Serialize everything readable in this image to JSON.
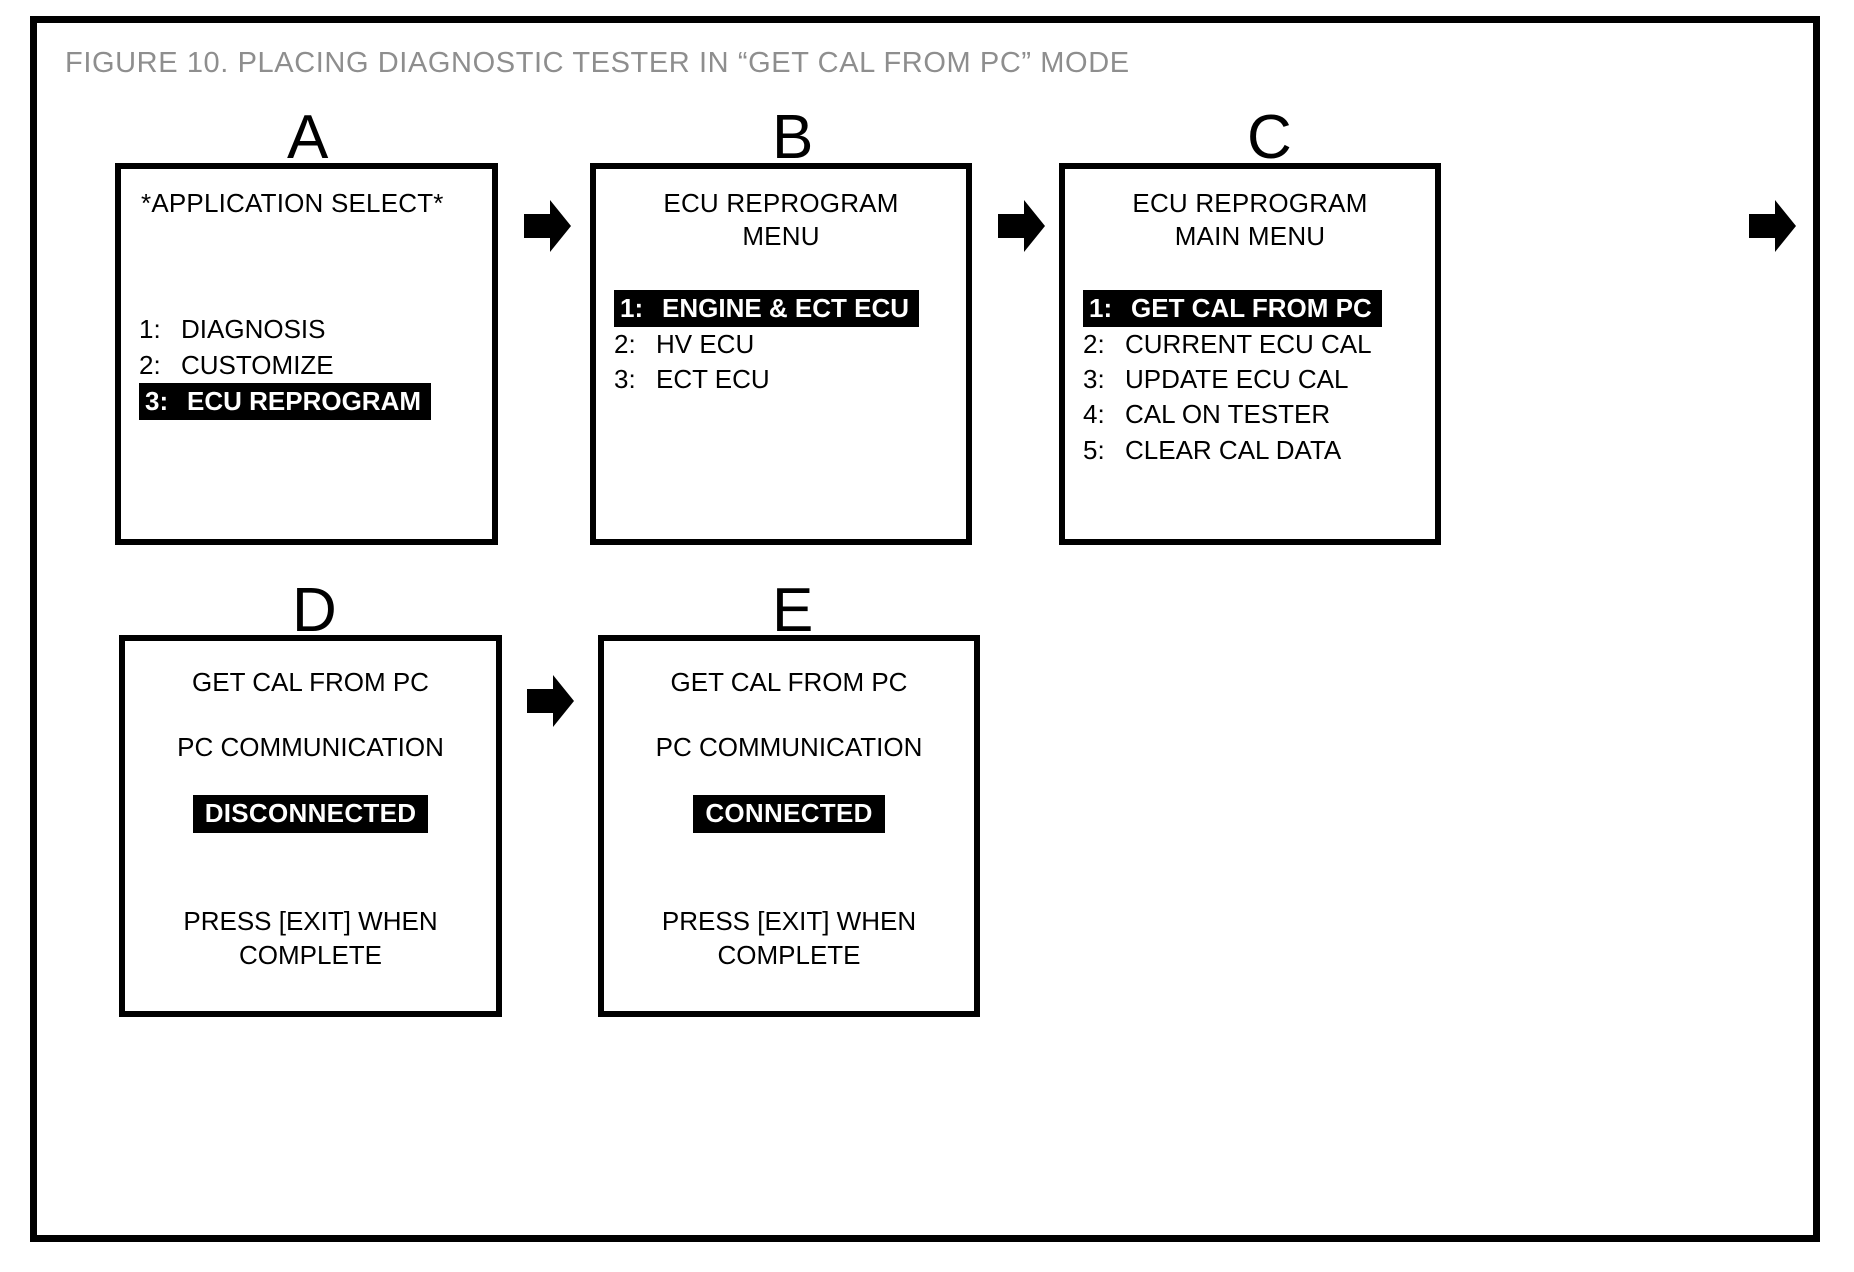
{
  "figure": {
    "title": "FIGURE 10.  PLACING DIAGNOSTIC TESTER IN “GET CAL FROM PC” MODE",
    "title_color": "#8e8e8e",
    "border_color": "#000000",
    "background": "#ffffff"
  },
  "panels": {
    "a": {
      "letter": "A",
      "title": "*APPLICATION SELECT*",
      "items": [
        {
          "num": "1:",
          "label": "DIAGNOSIS",
          "selected": false
        },
        {
          "num": "2:",
          "label": "CUSTOMIZE",
          "selected": false
        },
        {
          "num": "3:",
          "label": "ECU REPROGRAM",
          "selected": true
        }
      ]
    },
    "b": {
      "letter": "B",
      "title_line1": "ECU REPROGRAM",
      "title_line2": "MENU",
      "items": [
        {
          "num": "1:",
          "label": "ENGINE & ECT ECU",
          "selected": true
        },
        {
          "num": "2:",
          "label": "HV ECU",
          "selected": false
        },
        {
          "num": "3:",
          "label": "ECT ECU",
          "selected": false
        }
      ]
    },
    "c": {
      "letter": "C",
      "title_line1": "ECU REPROGRAM",
      "title_line2": "MAIN MENU",
      "items": [
        {
          "num": "1:",
          "label": "GET CAL FROM PC",
          "selected": true
        },
        {
          "num": "2:",
          "label": "CURRENT ECU CAL",
          "selected": false
        },
        {
          "num": "3:",
          "label": "UPDATE ECU CAL",
          "selected": false
        },
        {
          "num": "4:",
          "label": "CAL ON TESTER",
          "selected": false
        },
        {
          "num": "5:",
          "label": "CLEAR CAL DATA",
          "selected": false
        }
      ]
    },
    "d": {
      "letter": "D",
      "line1": "GET CAL FROM PC",
      "line2": "PC COMMUNICATION",
      "status": "DISCONNECTED",
      "footer_line1": "PRESS [EXIT] WHEN",
      "footer_line2": "COMPLETE"
    },
    "e": {
      "letter": "E",
      "line1": "GET CAL FROM PC",
      "line2": "PC COMMUNICATION",
      "status": "CONNECTED",
      "footer_line1": "PRESS [EXIT] WHEN",
      "footer_line2": "COMPLETE"
    }
  },
  "arrows": {
    "a_to_b": "arrow-right-icon",
    "b_to_c": "arrow-right-icon",
    "c_to_d": "arrow-right-icon",
    "d_to_e": "arrow-right-icon"
  }
}
